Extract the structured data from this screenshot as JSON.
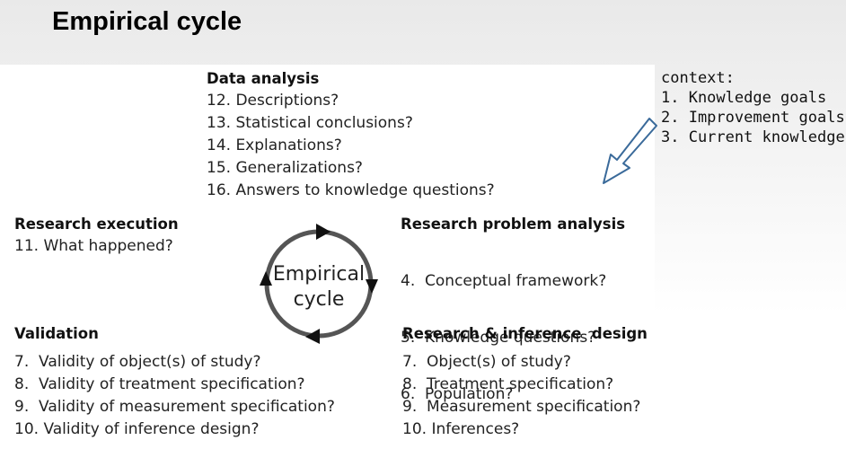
{
  "title": "Empirical cycle",
  "data_analysis": {
    "heading": "Data analysis",
    "items": [
      "12. Descriptions?",
      "13. Statistical conclusions?",
      "14. Explanations?",
      "15. Generalizations?",
      "16. Answers to knowledge questions?"
    ]
  },
  "research_execution": {
    "heading": "Research execution",
    "items": [
      "11. What happened?"
    ]
  },
  "research_problem_analysis": {
    "heading": "Research problem analysis",
    "items": [
      "4.  Conceptual framework?",
      "5.  Knowledge questions?",
      "6.  Population?"
    ]
  },
  "validation": {
    "heading": "Validation",
    "items": [
      "7.  Validity of object(s) of study?",
      "8.  Validity of treatment specification?",
      "9.  Validity of measurement specification?",
      "10. Validity of inference design?"
    ]
  },
  "research_inference_design": {
    "heading": "Research & inference  design",
    "items": [
      "7.  Object(s) of study?",
      "8.  Treatment specification?",
      "9.  Measurement specification?",
      "10. Inferences?"
    ]
  },
  "cycle": {
    "label_line1": "Empirical",
    "label_line2": "cycle"
  },
  "context": {
    "heading": "context:",
    "items": [
      "1. Knowledge goals",
      "2. Improvement goals",
      "3. Current knowledge"
    ]
  }
}
